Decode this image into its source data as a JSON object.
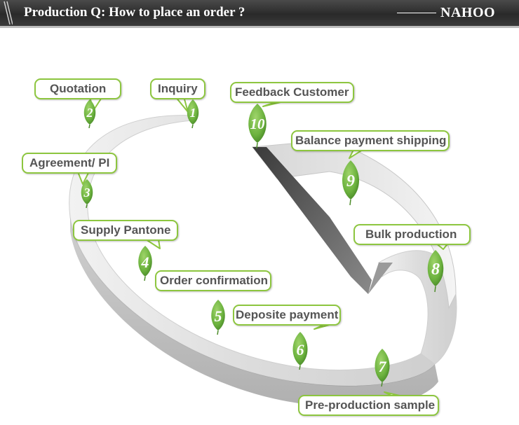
{
  "header": {
    "title": "Production Q: How to place an order ?",
    "brand": "NAHOO"
  },
  "colors": {
    "header_bg": "#333333",
    "leaf_green": "#6db33f",
    "callout_border": "#8dc63f",
    "text_gray": "#555555"
  },
  "steps": [
    {
      "number": "1",
      "label": "Inquiry"
    },
    {
      "number": "2",
      "label": "Quotation"
    },
    {
      "number": "3",
      "label": "Agreement/ PI"
    },
    {
      "number": "4",
      "label": "Supply Pantone"
    },
    {
      "number": "5",
      "label": "Order confirmation"
    },
    {
      "number": "6",
      "label": "Deposite payment"
    },
    {
      "number": "7",
      "label": "Pre-production sample"
    },
    {
      "number": "8",
      "label": "Bulk production"
    },
    {
      "number": "9",
      "label": "Balance payment shipping"
    },
    {
      "number": "10",
      "label": "Feedback Customer"
    }
  ]
}
